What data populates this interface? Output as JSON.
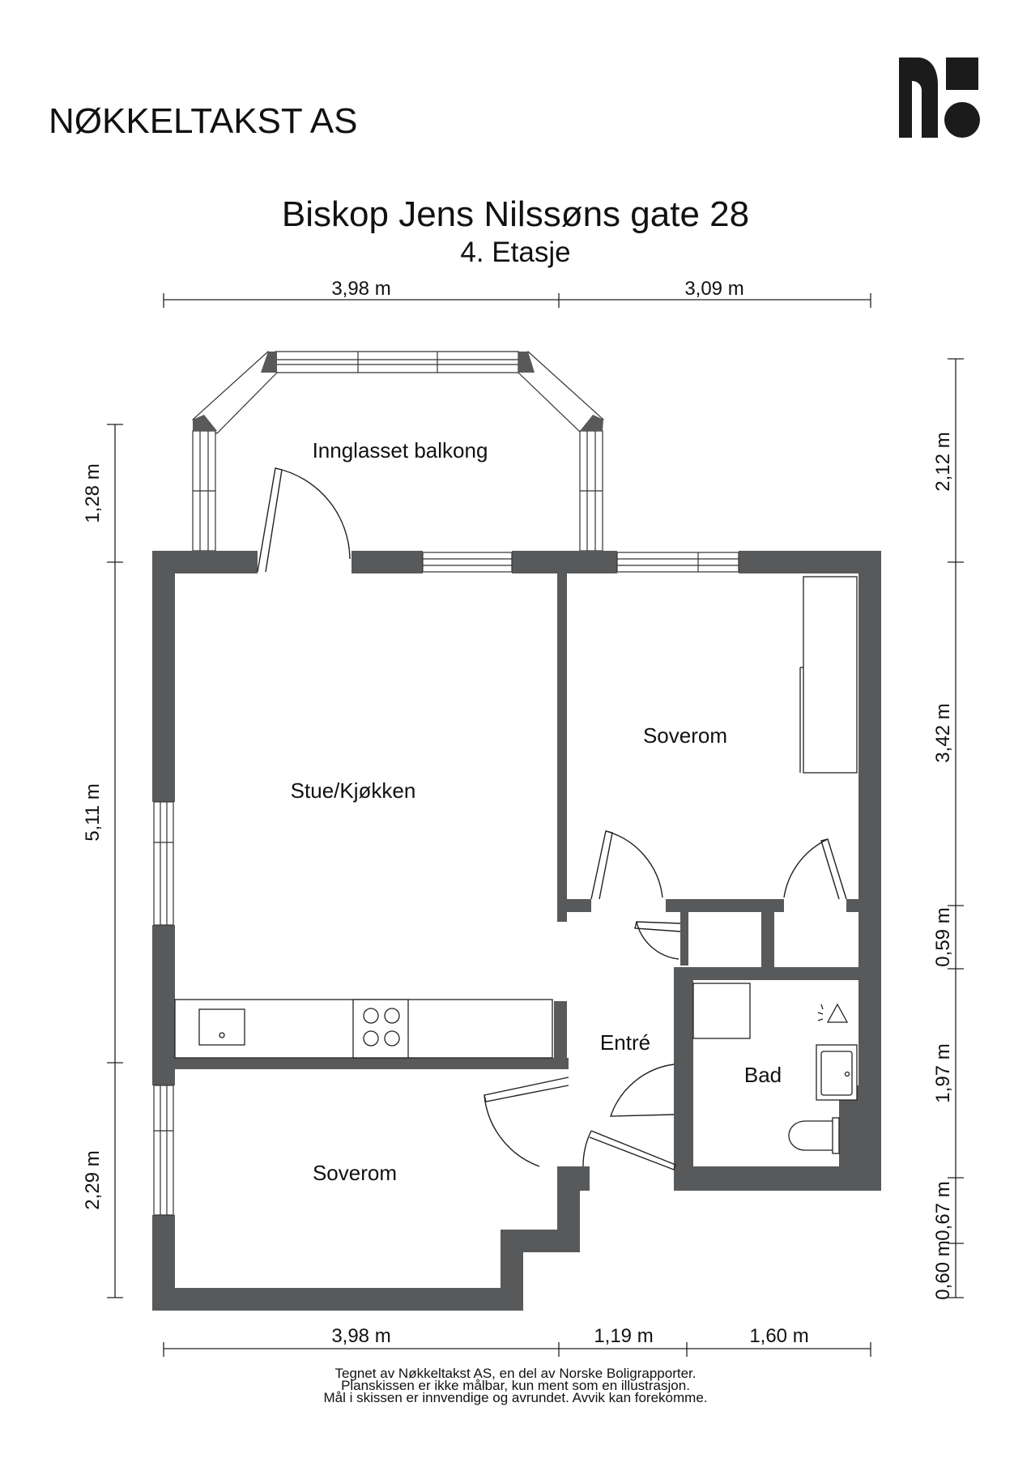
{
  "header": {
    "company": "NØKKELTAKST AS",
    "logo_icon": "noekkeltakst-logo-icon"
  },
  "plan": {
    "address": "Biskop Jens Nilssøns gate 28",
    "floor": "4. Etasje"
  },
  "rooms": {
    "balcony": "Innglasset balkong",
    "living_kitchen": "Stue/Kjøkken",
    "bedroom_right": "Soverom",
    "bedroom_bottom": "Soverom",
    "entrance": "Entré",
    "bathroom": "Bad"
  },
  "dimensions": {
    "top_left": "3,98 m",
    "top_right": "3,09 m",
    "bottom_left": "3,98 m",
    "bottom_mid": "1,19 m",
    "bottom_right": "1,60 m",
    "left_top": "1,28 m",
    "left_mid": "5,11 m",
    "left_bottom": "2,29 m",
    "right_1": "2,12 m",
    "right_2": "3,42 m",
    "right_3": "0,59 m",
    "right_4": "1,97 m",
    "right_5": "0,67 m",
    "right_6": "0,60 m"
  },
  "footer": {
    "line1": "Tegnet av Nøkkeltakst AS, en del av Norske Boligrapporter.",
    "line2": "Planskissen er ikke målbar, kun ment som en illustrasjon.",
    "line3": "Mål i skissen er innvendige og avrundet. Avvik kan forekomme."
  },
  "colors": {
    "wall": "#58595b",
    "line": "#222222",
    "logo": "#1b1b1b"
  }
}
